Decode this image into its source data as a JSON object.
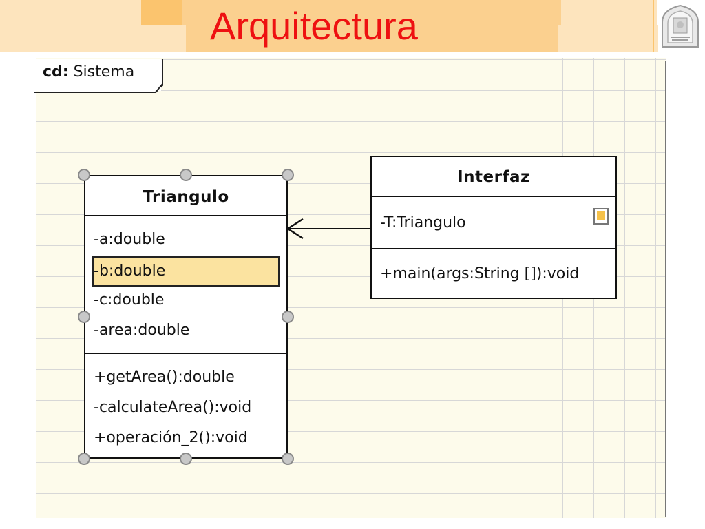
{
  "slide": {
    "title": "Arquitectura"
  },
  "colors": {
    "title": "#ee1111",
    "band_orange": "#fbd08f",
    "band_pale": "#fde4bd",
    "canvas_background": "#fdfbeb",
    "grid_line": "#d7d7d7",
    "selection_highlight": "#fbe3a0",
    "handle": "#c8c8c8"
  },
  "diagram": {
    "frame_keyword": "cd:",
    "frame_name": "Sistema",
    "classes": [
      {
        "name": "Triangulo",
        "attributes": [
          "-a:double",
          "-b:double",
          "-c:double",
          "-area:double"
        ],
        "selected_attribute": "-b:double",
        "operations": [
          "+getArea():double",
          "-calculateArea():void",
          "+operación_2():void"
        ],
        "selected": true
      },
      {
        "name": "Interfaz",
        "attributes": [
          "-T:Triangulo"
        ],
        "operations": [
          "+main(args:String []):void"
        ],
        "attribute_icon": "visibility-indicator-icon"
      }
    ],
    "relationships": [
      {
        "type": "directed-association",
        "from": "Interfaz",
        "to": "Triangulo"
      }
    ]
  },
  "icons": {
    "logo": "university-seal-logo",
    "arrow": "open-arrowhead-icon",
    "attribute": "visibility-indicator-icon"
  }
}
